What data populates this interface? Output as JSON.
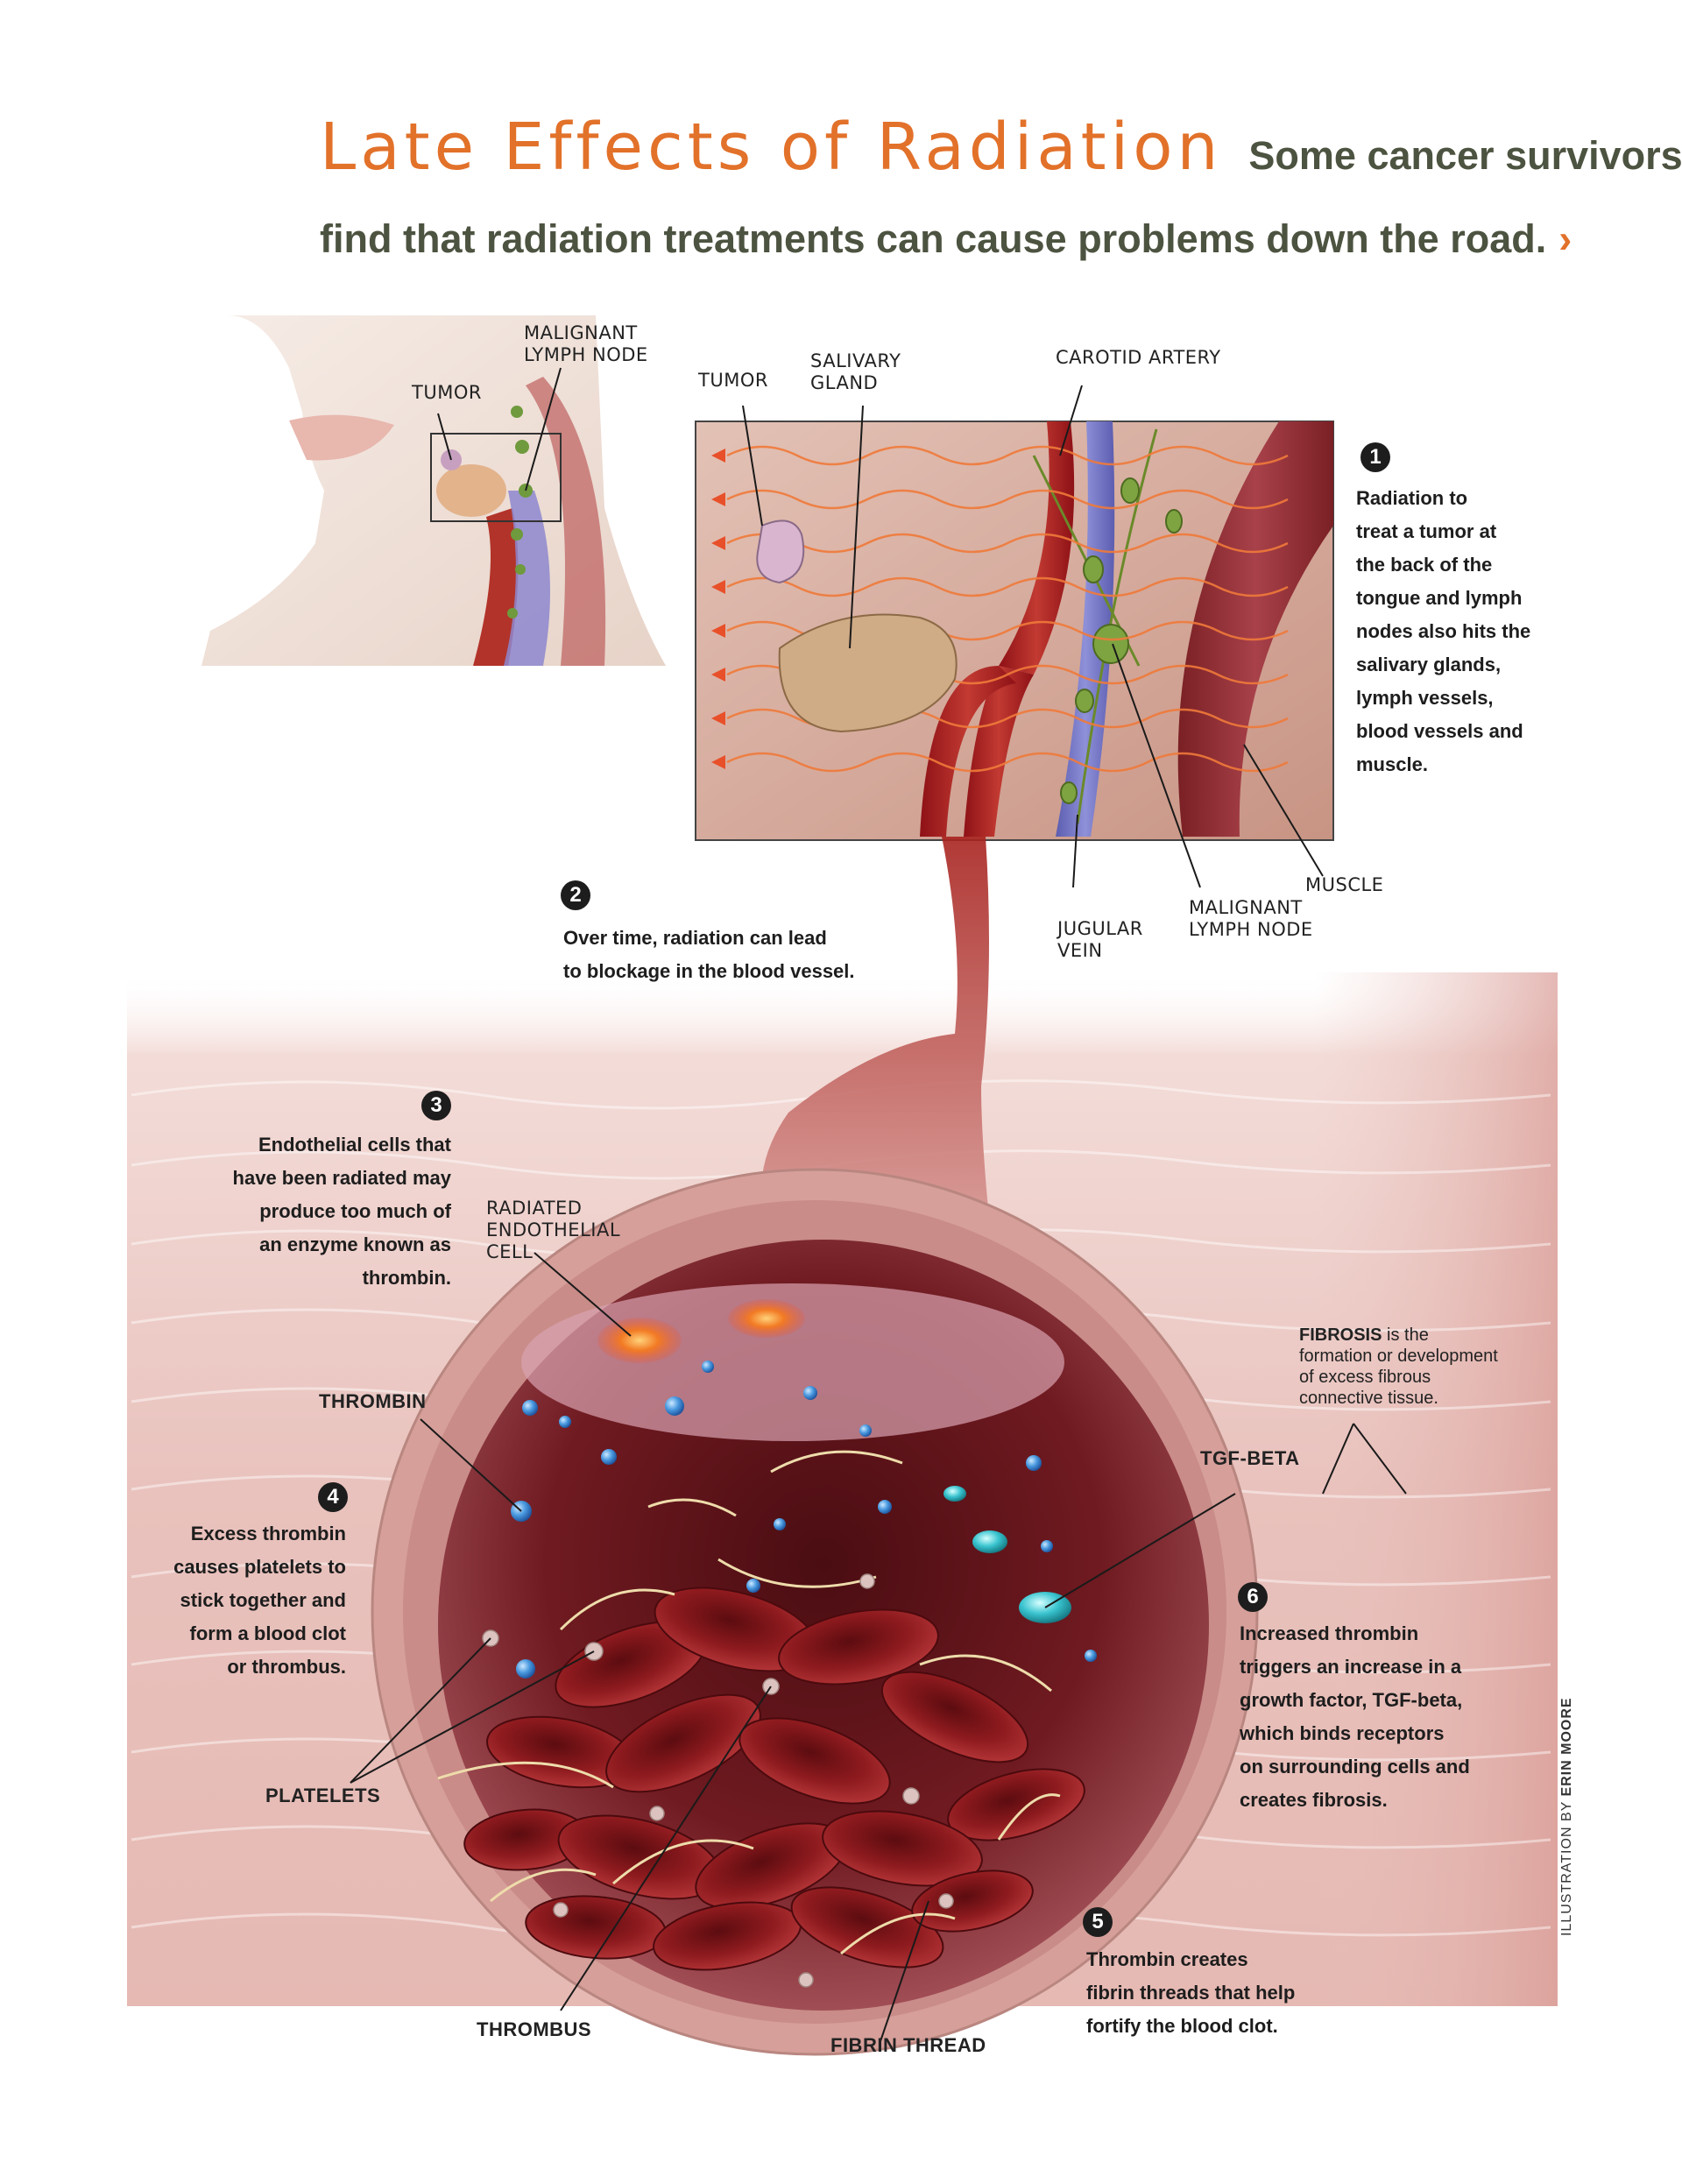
{
  "header": {
    "title": "Late Effects of Radiation",
    "subtitle_line1": "Some cancer survivors",
    "subtitle_line2": "find that radiation treatments can cause problems down the road.",
    "chevron": "›"
  },
  "labels": {
    "tumor_small": "TUMOR",
    "malignant_lymph_node_top": "MALIGNANT\nLYMPH NODE",
    "tumor_inset": "TUMOR",
    "salivary_gland": "SALIVARY\nGLAND",
    "carotid_artery": "CAROTID ARTERY",
    "muscle": "MUSCLE",
    "jugular_vein": "JUGULAR\nVEIN",
    "malignant_lymph_node_bottom": "MALIGNANT\nLYMPH NODE",
    "radiated_endothelial_cell": "RADIATED\nENDOTHELIAL\nCELL",
    "thrombin": "THROMBIN",
    "tgf_beta": "TGF-BETA",
    "platelets": "PLATELETS",
    "thrombus": "THROMBUS",
    "fibrin_thread": "FIBRIN THREAD"
  },
  "steps": [
    {
      "num": "1",
      "text": "Radiation to\ntreat a tumor at\nthe back of the\ntongue and lymph\nnodes also hits the\nsalivary glands,\nlymph vessels,\nblood vessels and\nmuscle."
    },
    {
      "num": "2",
      "text": "Over time, radiation can lead\nto blockage in the blood vessel."
    },
    {
      "num": "3",
      "text": "Endothelial cells that\nhave been radiated may\nproduce too much of\nan enzyme known as\nthrombin."
    },
    {
      "num": "4",
      "text": "Excess thrombin\ncauses platelets to\nstick together and\nform a blood clot\nor thrombus."
    },
    {
      "num": "5",
      "text": "Thrombin creates\nfibrin threads that help\nfortify the blood clot."
    },
    {
      "num": "6",
      "text": "Increased thrombin\ntriggers an increase in a\ngrowth factor, TGF-beta,\nwhich binds receptors\non surrounding cells and\ncreates fibrosis."
    }
  ],
  "fibrosis_note": {
    "term": "FIBROSIS",
    "text": " is the\nformation or development\nof excess fibrous\nconnective tissue."
  },
  "credit": {
    "prefix": "ILLUSTRATION BY ",
    "name": "ERIN MOORE"
  },
  "colors": {
    "title_orange": "#e2712a",
    "subtitle_olive": "#4c5340",
    "blood_red": "#8e1a1e",
    "tissue_pink": "#e9c2bd"
  }
}
